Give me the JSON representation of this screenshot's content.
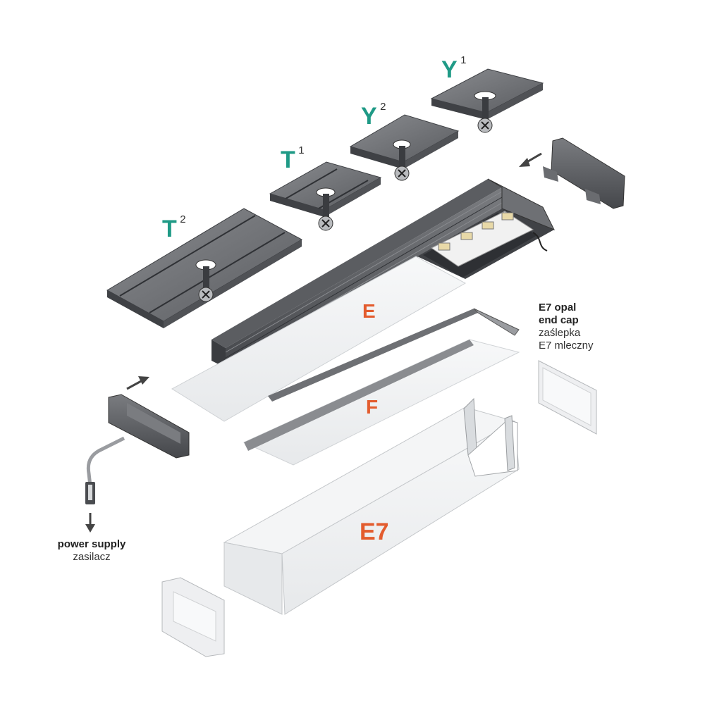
{
  "labels": {
    "t2": {
      "letter": "T",
      "index": "2"
    },
    "t1": {
      "letter": "T",
      "index": "1"
    },
    "y2": {
      "letter": "Y",
      "index": "2"
    },
    "y1": {
      "letter": "Y",
      "index": "1"
    },
    "e": "E",
    "f": "F",
    "e7": "E7"
  },
  "end_cap": {
    "line1": "E7 opal",
    "line2": "end cap",
    "line3": "zaślepka",
    "line4": "E7 mleczny"
  },
  "power": {
    "line1": "power supply",
    "line2": "zasilacz"
  },
  "colors": {
    "accent_teal": "#1f9a86",
    "accent_orange": "#e35c2e",
    "metal_dark": "#55575b",
    "diffuser": "#f3f4f5"
  },
  "icons": [
    "arrow-icon",
    "screw-icon",
    "led-strip-icon",
    "cable-icon"
  ]
}
